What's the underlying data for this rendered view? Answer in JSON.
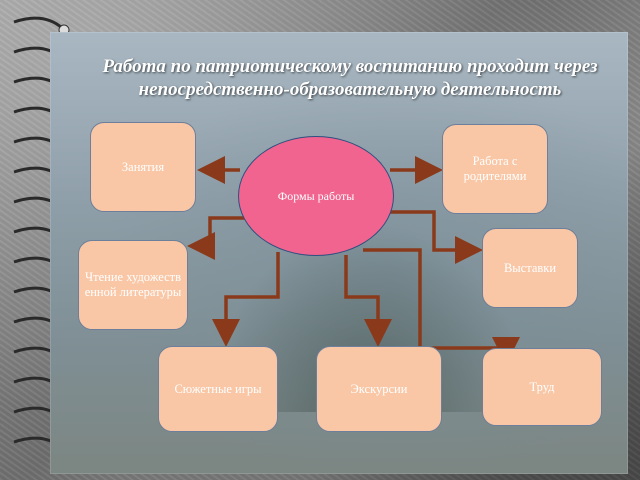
{
  "title": "Работа по патриотическому воспитанию проходит через непосредственно-образовательную деятельность",
  "center": {
    "label": "Формы работы"
  },
  "nodes": {
    "zanyatiya": "Занятия",
    "roditeli": "Работа с родителями",
    "chtenie": "Чтение художественной литературы",
    "vystavki": "Выставки",
    "syuzhetnye": "Сюжетные игры",
    "ekskursii": "Экскурсии",
    "trud": "Труд"
  },
  "colors": {
    "box_fill": "#f9c7a6",
    "center_fill": "#f0648f",
    "arrow": "#8a3a1a"
  }
}
